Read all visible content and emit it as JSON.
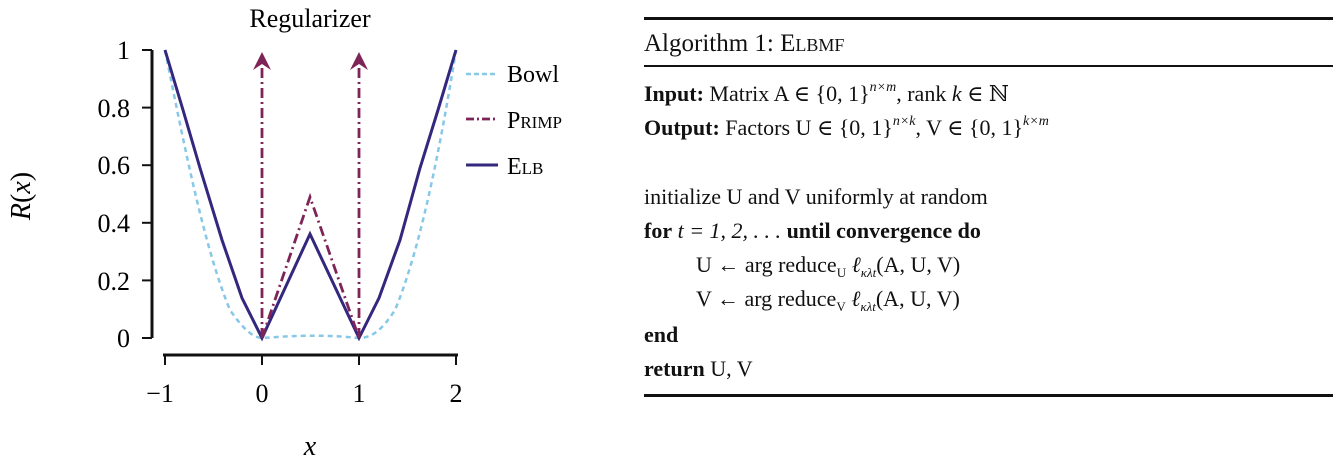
{
  "chart_data": {
    "type": "line",
    "title": "Regularizer",
    "xlabel": "x",
    "ylabel": "R(x)",
    "xlim": [
      -1,
      2
    ],
    "ylim": [
      0,
      1
    ],
    "xticks": [
      "-1",
      "0",
      "1",
      "2"
    ],
    "yticks": [
      "0",
      "0.2",
      "0.4",
      "0.6",
      "0.8",
      "1"
    ],
    "legend_position": "right",
    "series": [
      {
        "name": "Bowl",
        "style": "dashed",
        "color": "#87c8e6",
        "x": [
          -1,
          -0.75,
          -0.5,
          -0.25,
          0,
          0.25,
          0.5,
          0.75,
          1,
          1.25,
          1.5,
          1.75,
          2
        ],
        "y": [
          1.0,
          0.52,
          0.2,
          0.04,
          0.0,
          0.01,
          0.016,
          0.01,
          0.0,
          0.04,
          0.2,
          0.52,
          1.0
        ]
      },
      {
        "name": "Primp",
        "style": "dashdot",
        "color": "#7f2456",
        "x": [
          0,
          0,
          0,
          0.5,
          1,
          1,
          1
        ],
        "y": [
          1.0,
          0,
          0,
          0.49,
          0,
          0,
          1.0
        ],
        "annotations": "vertical arrows at x=0 and x=1 pointing upward (infinite penalty outside)"
      },
      {
        "name": "Elb",
        "style": "solid",
        "color": "#33287e",
        "x": [
          -1,
          -0.5,
          0,
          0.5,
          1,
          1.5,
          2
        ],
        "y": [
          1.0,
          0.42,
          0.0,
          0.36,
          0.0,
          0.42,
          1.0
        ]
      }
    ]
  },
  "algorithm": {
    "title_prefix": "Algorithm 1: ",
    "title_name": "Elbmf",
    "input_label": "Input:",
    "input_text": "Matrix A ∈ {0, 1}",
    "input_sup": "n×m",
    "input_text2": ", rank ",
    "input_k": "k",
    "input_text3": " ∈ ℕ",
    "output_label": "Output:",
    "output_text": "Factors U ∈ {0, 1}",
    "output_sup1": "n×k",
    "output_text2": ", V ∈ {0, 1}",
    "output_sup2": "k×m",
    "line_init": "initialize U and V uniformly at random",
    "for_kw": "for",
    "for_expr": " t = 1, 2, . . . ",
    "for_kw2": "until convergence do",
    "u_update_pre": "U ← arg reduce",
    "u_update_sub": "U",
    "v_update_pre": "V ← arg reduce",
    "v_update_sub": "V",
    "loss": " ℓ",
    "loss_sub": "κλt",
    "loss_args": "(A, U, V)",
    "end_kw": "end",
    "return_kw": "return",
    "return_val": " U, V"
  }
}
